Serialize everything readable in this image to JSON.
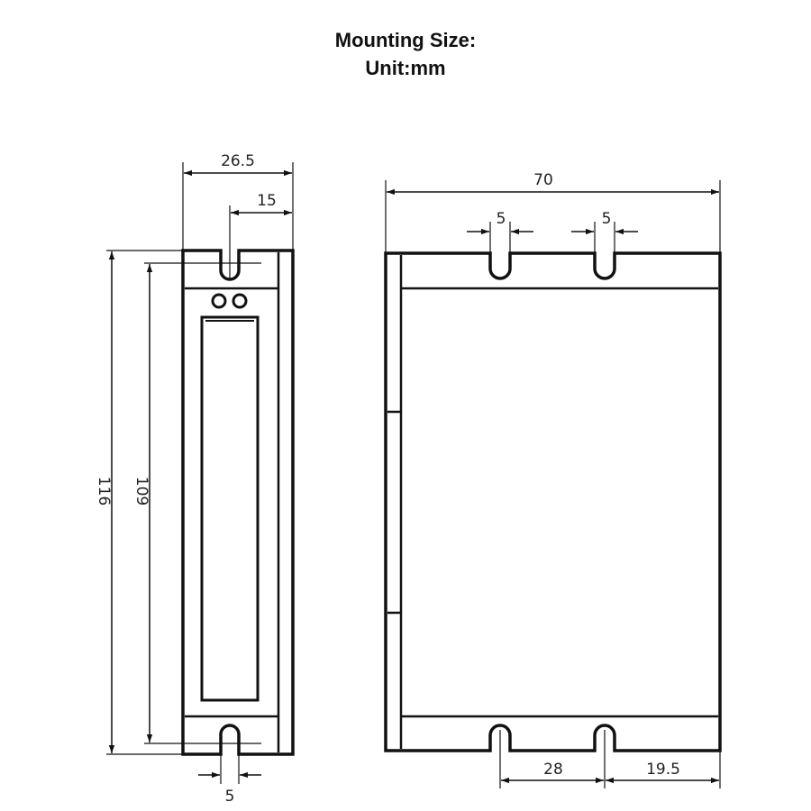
{
  "header": {
    "title": "Mounting Size:",
    "unit": "Unit:mm"
  },
  "side_view": {
    "width": "26.5",
    "hole_offset": "15",
    "total_height": "116",
    "hole_spacing": "109",
    "slot_width": "5"
  },
  "front_view": {
    "width": "70",
    "slot_width_left": "5",
    "slot_width_right": "5",
    "slot_spacing": "28",
    "edge_offset": "19.5"
  },
  "colors": {
    "line": "#111111",
    "background": "#ffffff"
  }
}
